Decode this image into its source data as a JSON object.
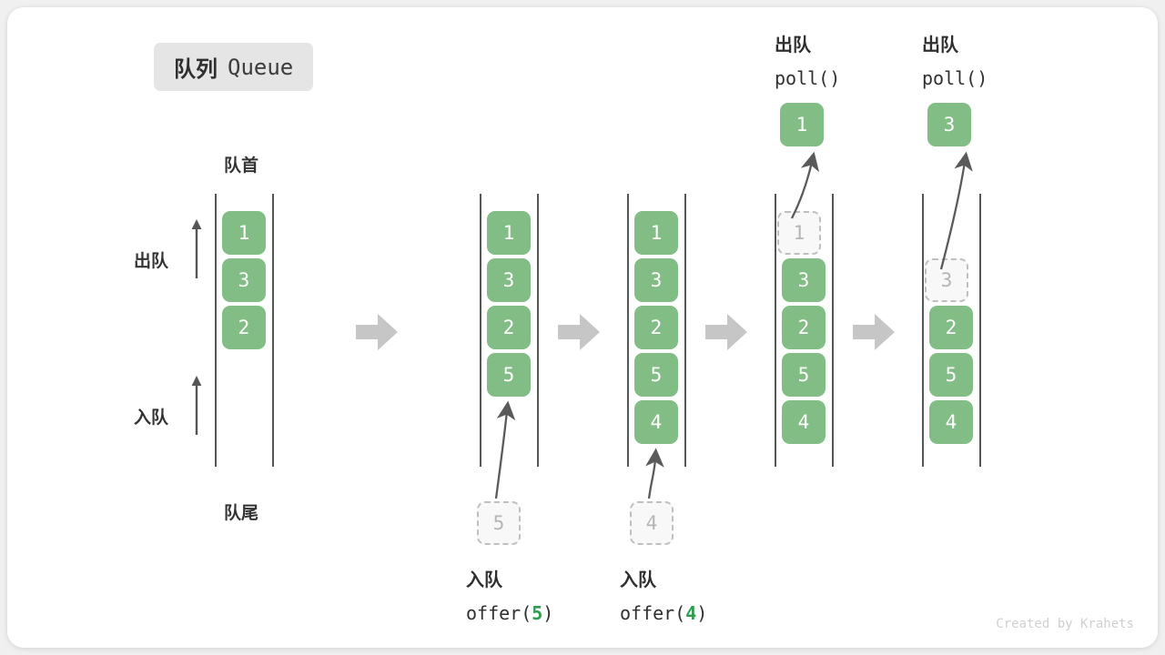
{
  "figure": {
    "title_cn": "队列",
    "title_en": "Queue",
    "credit": "Created by Krahets",
    "head_label": "队首",
    "tail_label": "队尾",
    "dequeue_label": "出队",
    "enqueue_label": "入队",
    "colors": {
      "box_fill": "#82bd85",
      "box_text": "#ffffff",
      "ghost_fill": "#f8f8f8",
      "ghost_border": "#bfbfbf",
      "ghost_text": "#b5b5b5",
      "rail": "#555555",
      "accent_green": "#2e9d4f",
      "step_arrow": "#c6c6c6",
      "badge_bg": "#e5e5e5",
      "card_bg": "#ffffff",
      "page_bg": "#f0f0f0"
    }
  },
  "chart_data": {
    "type": "diagram",
    "title": "队列 Queue",
    "description": "Queue operation sequence: offer(5), offer(4), poll(), poll()",
    "steps": [
      {
        "index": 0,
        "items": [
          "1",
          "3",
          "2"
        ],
        "ghost": null,
        "popped": null,
        "caption_cn": null,
        "caption_code": null
      },
      {
        "index": 1,
        "items": [
          "1",
          "3",
          "2",
          "5"
        ],
        "ghost": "5",
        "ghost_position": "below",
        "popped": null,
        "caption_cn": "入队",
        "caption_code": "offer(5)",
        "caption_value": "5"
      },
      {
        "index": 2,
        "items": [
          "1",
          "3",
          "2",
          "5",
          "4"
        ],
        "ghost": "4",
        "ghost_position": "below",
        "popped": null,
        "caption_cn": "入队",
        "caption_code": "offer(4)",
        "caption_value": "4"
      },
      {
        "index": 3,
        "items": [
          "3",
          "2",
          "5",
          "4"
        ],
        "ghost": "1",
        "ghost_position": "top",
        "popped": "1",
        "caption_cn": "出队",
        "caption_code": "poll()"
      },
      {
        "index": 4,
        "items": [
          "2",
          "5",
          "4"
        ],
        "ghost": "3",
        "ghost_position": "row1",
        "popped": "3",
        "caption_cn": "出队",
        "caption_code": "poll()"
      }
    ]
  },
  "labels": {
    "step1_cn": "入队",
    "step1_code_pre": "offer(",
    "step1_code_num": "5",
    "step1_code_post": ")",
    "step2_cn": "入队",
    "step2_code_pre": "offer(",
    "step2_code_num": "4",
    "step2_code_post": ")",
    "step3_cn": "出队",
    "step3_code": "poll()",
    "step4_cn": "出队",
    "step4_code": "poll()"
  },
  "boxes": {
    "c0": [
      "1",
      "3",
      "2"
    ],
    "c1": [
      "1",
      "3",
      "2",
      "5"
    ],
    "c1_ghost": "5",
    "c2": [
      "1",
      "3",
      "2",
      "5",
      "4"
    ],
    "c2_ghost": "4",
    "c3_ghost": "1",
    "c3": [
      "3",
      "2",
      "5",
      "4"
    ],
    "c3_pop": "1",
    "c4_ghost": "3",
    "c4": [
      "2",
      "5",
      "4"
    ],
    "c4_pop": "3"
  }
}
